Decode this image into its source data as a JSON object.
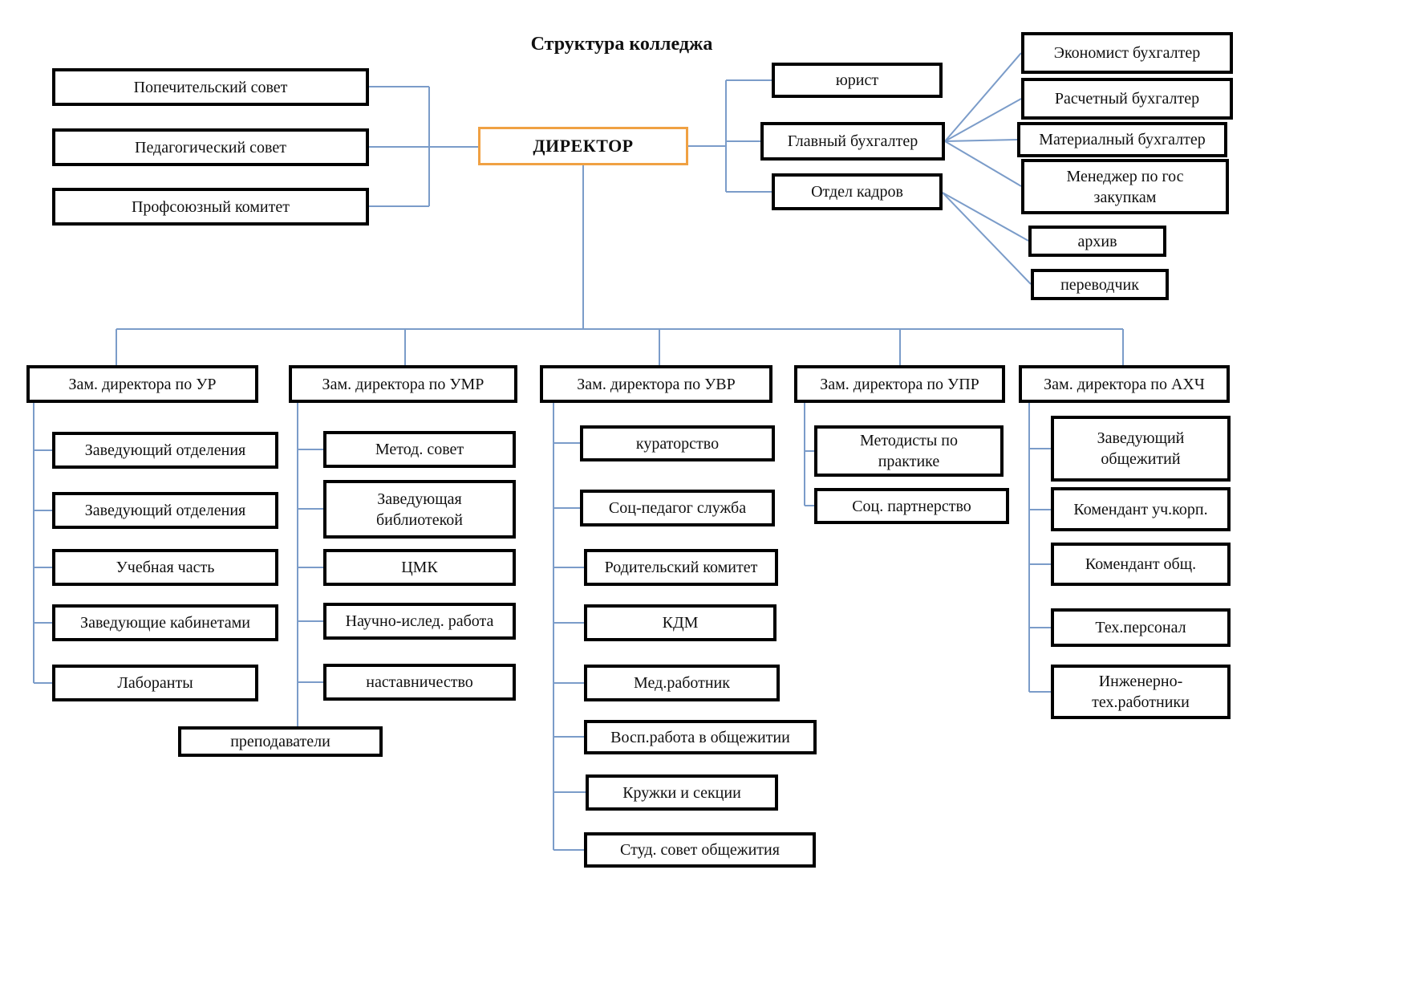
{
  "title": "Структура колледжа",
  "colors": {
    "box_border": "#000000",
    "director_border": "#F0A143",
    "connector_blue": "#7B9CC9"
  },
  "director": {
    "label": "ДИРЕКТОР"
  },
  "councils": [
    {
      "label": "Попечительский совет"
    },
    {
      "label": "Педагогический совет"
    },
    {
      "label": "Профсоюзный  комитет"
    }
  ],
  "director_staff": [
    {
      "label": "юрист"
    },
    {
      "label": "Главный бухгалтер"
    },
    {
      "label": "Отдел кадров"
    }
  ],
  "accounting_units": [
    {
      "label": "Экономист бухгалтер"
    },
    {
      "label": "Расчетный бухгалтер"
    },
    {
      "label": "Материалный бухгалтер"
    },
    {
      "label": "Менеджер по гос\nзакупкам"
    }
  ],
  "hr_units": [
    {
      "label": "архив"
    },
    {
      "label": "переводчик"
    }
  ],
  "deputies": [
    {
      "label": "Зам. директора по УР",
      "children": [
        {
          "label": "Заведующий отделения"
        },
        {
          "label": "Заведующий отделения"
        },
        {
          "label": "Учебная часть"
        },
        {
          "label": "Заведующие  кабинетами"
        },
        {
          "label": "Лаборанты"
        }
      ]
    },
    {
      "label": "Зам. директора по УМР",
      "children": [
        {
          "label": "Метод. совет"
        },
        {
          "label": "Заведующая\nбиблиотекой"
        },
        {
          "label": "ЦМК"
        },
        {
          "label": "Научно-ислед. работа"
        },
        {
          "label": "наставничество"
        },
        {
          "label": "преподаватели"
        }
      ]
    },
    {
      "label": "Зам. директора по УВР",
      "children": [
        {
          "label": "кураторство"
        },
        {
          "label": "Соц-педагог служба"
        },
        {
          "label": "Родительский комитет"
        },
        {
          "label": "КДМ"
        },
        {
          "label": "Мед.работник"
        },
        {
          "label": "Восп.работа в общежитии"
        },
        {
          "label": "Кружки и секции"
        },
        {
          "label": "Студ. совет общежития"
        }
      ]
    },
    {
      "label": "Зам. директора по УПР",
      "children": [
        {
          "label": "Методисты по\nпрактике"
        },
        {
          "label": "Соц. партнерство"
        }
      ]
    },
    {
      "label": "Зам. директора по АХЧ",
      "children": [
        {
          "label": "Заведующий\nобщежитий"
        },
        {
          "label": "Комендант уч.корп."
        },
        {
          "label": "Комендант общ."
        },
        {
          "label": "Тех.персонал"
        },
        {
          "label": "Инженерно-\nтех.работники"
        }
      ]
    }
  ]
}
